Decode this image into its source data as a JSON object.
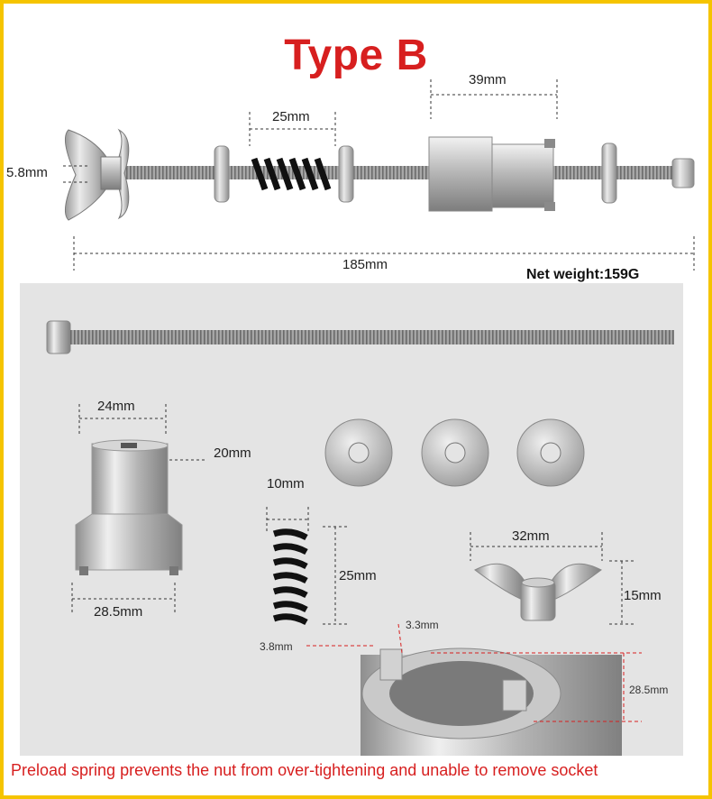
{
  "title": "Type B",
  "dimensions": {
    "top_nut_width": "39mm",
    "top_spring_length": "25mm",
    "top_thread_diameter": "5.8mm",
    "top_overall_length": "185mm",
    "socket_top_width": "24mm",
    "socket_height": "20mm",
    "socket_bottom_width": "28.5mm",
    "spring_diameter": "10mm",
    "spring_length": "25mm",
    "wingnut_width": "32mm",
    "wingnut_height": "15mm",
    "tab_width": "3.3mm",
    "tab_height": "3.8mm",
    "socket_diameter": "28.5mm"
  },
  "net_weight": "Net weight:159G",
  "caption": "Preload spring prevents the nut from over-tightening and unable to remove socket",
  "colors": {
    "title": "#d71f1f",
    "border": "#f5c400",
    "caption": "#d71f1f"
  }
}
